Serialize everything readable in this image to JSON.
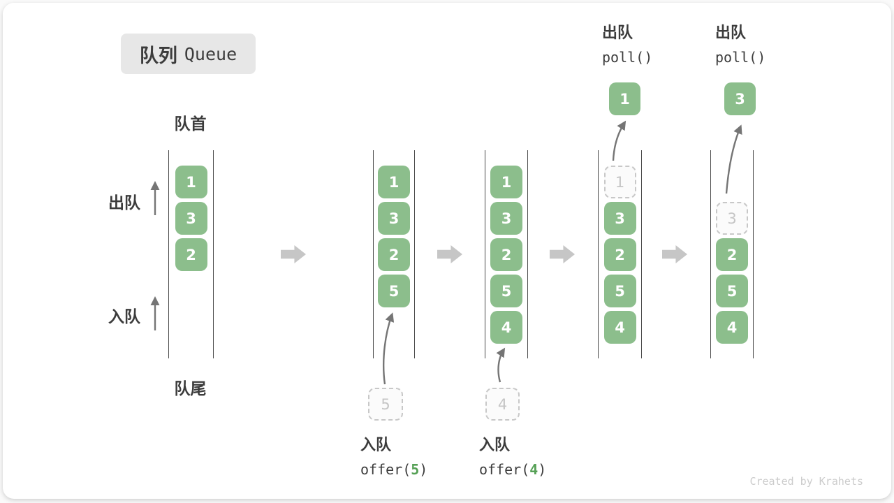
{
  "title": {
    "zh": "队列",
    "en": "Queue"
  },
  "labels": {
    "front": "队首",
    "rear": "队尾",
    "dequeue": "出队",
    "enqueue": "入队"
  },
  "columns": [
    {
      "cells": [
        {
          "v": "1"
        },
        {
          "v": "3"
        },
        {
          "v": "2"
        }
      ]
    },
    {
      "cells": [
        {
          "v": "1"
        },
        {
          "v": "3"
        },
        {
          "v": "2"
        },
        {
          "v": "5"
        }
      ],
      "incoming": {
        "v": "5"
      }
    },
    {
      "cells": [
        {
          "v": "1"
        },
        {
          "v": "3"
        },
        {
          "v": "2"
        },
        {
          "v": "5"
        },
        {
          "v": "4"
        }
      ],
      "incoming": {
        "v": "4"
      }
    },
    {
      "cells": [
        {
          "v": "1",
          "ghost": true
        },
        {
          "v": "3"
        },
        {
          "v": "2"
        },
        {
          "v": "5"
        },
        {
          "v": "4"
        }
      ],
      "result": {
        "v": "1"
      }
    },
    {
      "cells": [
        {
          "v": "3",
          "ghost": true
        },
        {
          "v": "2"
        },
        {
          "v": "5"
        },
        {
          "v": "4"
        }
      ],
      "result": {
        "v": "3"
      }
    }
  ],
  "operations": {
    "enqueue": [
      {
        "label": "入队",
        "fn": "offer(",
        "arg": "5",
        "close": ")"
      },
      {
        "label": "入队",
        "fn": "offer(",
        "arg": "4",
        "close": ")"
      }
    ],
    "dequeue": [
      {
        "label": "出队",
        "code": "poll()"
      },
      {
        "label": "出队",
        "code": "poll()"
      }
    ]
  },
  "icons": {
    "step_arrow": "right-block-arrow",
    "flow_arrow": "thin-up-arrow",
    "transfer_arrow": "curved-up-arrow"
  },
  "colors": {
    "cell_green": "#8cbe8c",
    "code_arg_green": "#55a055",
    "block_arrow_gray": "#c6c6c6",
    "thin_arrow_gray": "#757575",
    "channel_line": "#4a4a4a",
    "ghost_border": "#c8c8c8",
    "ghost_text": "#c5c5c5",
    "badge_bg": "#e7e7e7",
    "text_dark": "#3c3c3c",
    "watermark_gray": "#cccccc"
  },
  "watermark": "Created by Krahets"
}
